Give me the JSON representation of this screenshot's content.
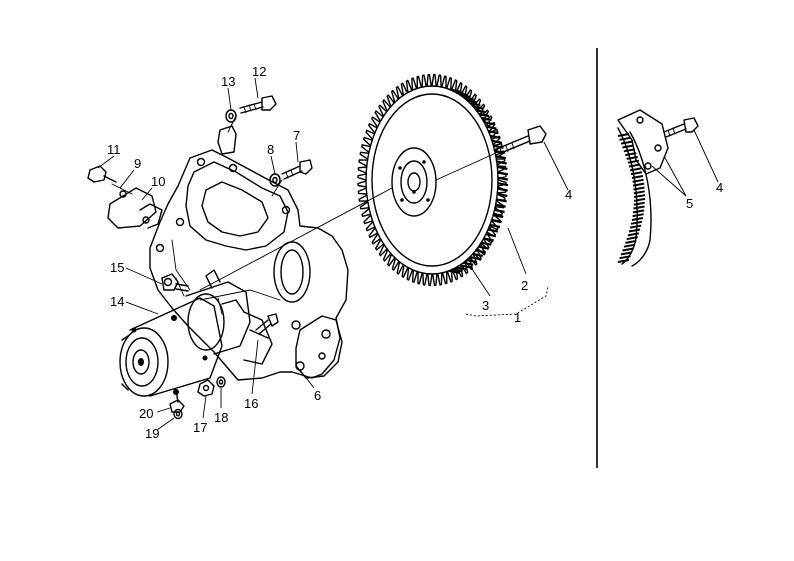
{
  "callouts": [
    {
      "id": "c1",
      "text": "1"
    },
    {
      "id": "c2",
      "text": "2"
    },
    {
      "id": "c3",
      "text": "3"
    },
    {
      "id": "c4",
      "text": "4"
    },
    {
      "id": "c4b",
      "text": "4"
    },
    {
      "id": "c5",
      "text": "5"
    },
    {
      "id": "c6",
      "text": "6"
    },
    {
      "id": "c7",
      "text": "7"
    },
    {
      "id": "c8",
      "text": "8"
    },
    {
      "id": "c9",
      "text": "9"
    },
    {
      "id": "c10",
      "text": "10"
    },
    {
      "id": "c11",
      "text": "11"
    },
    {
      "id": "c12",
      "text": "12"
    },
    {
      "id": "c13",
      "text": "13"
    },
    {
      "id": "c14",
      "text": "14"
    },
    {
      "id": "c15",
      "text": "15"
    },
    {
      "id": "c16",
      "text": "16"
    },
    {
      "id": "c17",
      "text": "17"
    },
    {
      "id": "c18",
      "text": "18"
    },
    {
      "id": "c19",
      "text": "19"
    },
    {
      "id": "c20",
      "text": "20"
    }
  ]
}
